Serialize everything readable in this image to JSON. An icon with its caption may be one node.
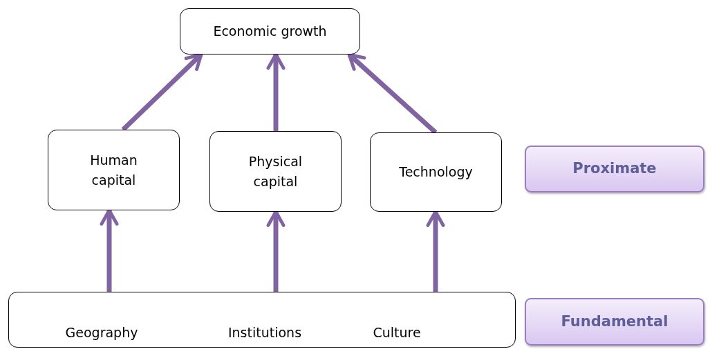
{
  "diagram": {
    "nodes": [
      {
        "text": [
          "Economic growth"
        ]
      },
      {
        "text": [
          "Human capital"
        ]
      },
      {
        "text": [
          "Physical capital"
        ]
      },
      {
        "text": [
          "Technology"
        ]
      },
      {
        "text": [
          "Proximate"
        ]
      },
      {
        "text": [
          "Geography",
          "Institutions",
          "Culture"
        ]
      },
      {
        "text": [
          "Fundamental"
        ]
      }
    ],
    "edges": [
      {
        "from": 1,
        "to": 0,
        "arrow": "to"
      },
      {
        "from": 2,
        "to": 0,
        "arrow": "to"
      },
      {
        "from": 3,
        "to": 0,
        "arrow": "to"
      },
      {
        "from": 5,
        "to": 1,
        "arrow": "to"
      },
      {
        "from": 5,
        "to": 2,
        "arrow": "to"
      },
      {
        "from": 5,
        "to": 3,
        "arrow": "to"
      }
    ]
  }
}
